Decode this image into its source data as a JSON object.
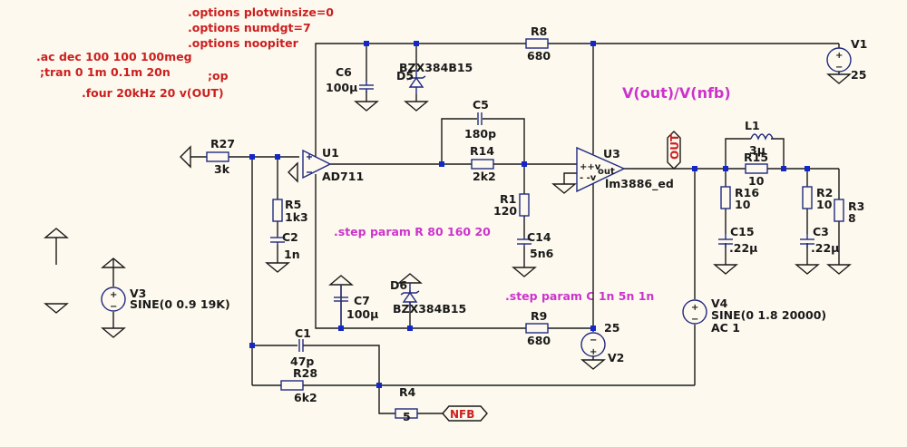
{
  "directives": {
    "options1": ".options plotwinsize=0",
    "options2": ".options numdgt=7",
    "options3": ".options noopiter",
    "ac": ".ac dec 100 100 100meg",
    "tran": ";tran 0 1m 0.1m 20n",
    "op": ";op",
    "four": ".four 20kHz 20 v(OUT)",
    "step_r": ".step param R 80 160 20",
    "step_c": ".step param C 1n 5n 1n",
    "plot_expr": "V(out)/V(nfb)"
  },
  "components": {
    "R27": {
      "name": "R27",
      "value": "3k"
    },
    "R5": {
      "name": "R5",
      "value": "1k3"
    },
    "C2": {
      "name": "C2",
      "value": "1n"
    },
    "U1": {
      "name": "U1",
      "value": "AD711"
    },
    "C6": {
      "name": "C6",
      "value": "100µ"
    },
    "D5": {
      "name": "D5",
      "value": "BZX384B15"
    },
    "R8": {
      "name": "R8",
      "value": "680"
    },
    "C5": {
      "name": "C5",
      "value": "180p"
    },
    "R14": {
      "name": "R14",
      "value": "2k2"
    },
    "R1": {
      "name": "R1",
      "value": "120"
    },
    "C14": {
      "name": "C14",
      "value": "5n6"
    },
    "U3": {
      "name": "U3",
      "value": "lm3886_ed",
      "pin_pv": "++v",
      "pin_mv": "- -v",
      "pin_out": "out"
    },
    "V1": {
      "name": "V1",
      "value": "25"
    },
    "L1": {
      "name": "L1",
      "value": "3µ"
    },
    "R15": {
      "name": "R15",
      "value": "10"
    },
    "R16": {
      "name": "R16",
      "value": "10"
    },
    "C15": {
      "name": "C15",
      "value": ".22µ"
    },
    "R2": {
      "name": "R2",
      "value": "10"
    },
    "C3": {
      "name": "C3",
      "value": ".22µ"
    },
    "R3": {
      "name": "R3",
      "value": "8"
    },
    "V3": {
      "name": "V3",
      "value": "SINE(0 0.9 19K)"
    },
    "C7": {
      "name": "C7",
      "value": "100µ"
    },
    "D6": {
      "name": "D6",
      "value": "BZX384B15"
    },
    "R9": {
      "name": "R9",
      "value": "680"
    },
    "V2": {
      "name": "V2",
      "value": "25"
    },
    "V4": {
      "name": "V4",
      "value": "SINE(0 1.8 20000)",
      "ac": "AC 1"
    },
    "C1": {
      "name": "C1",
      "value": "47p"
    },
    "R28": {
      "name": "R28",
      "value": "6k2"
    },
    "R4": {
      "name": "R4",
      "value": "5"
    }
  },
  "net_labels": {
    "out": "OUT",
    "nfb": "NFB"
  },
  "symbols": {
    "plus": "+",
    "minus": "−"
  },
  "colors": {
    "background": "#fdf9ee",
    "wire": "#1a1a1a",
    "component": "#1f2a80",
    "junction": "#1428c8",
    "directive": "#cc1f1f",
    "step": "#cc33cc"
  }
}
